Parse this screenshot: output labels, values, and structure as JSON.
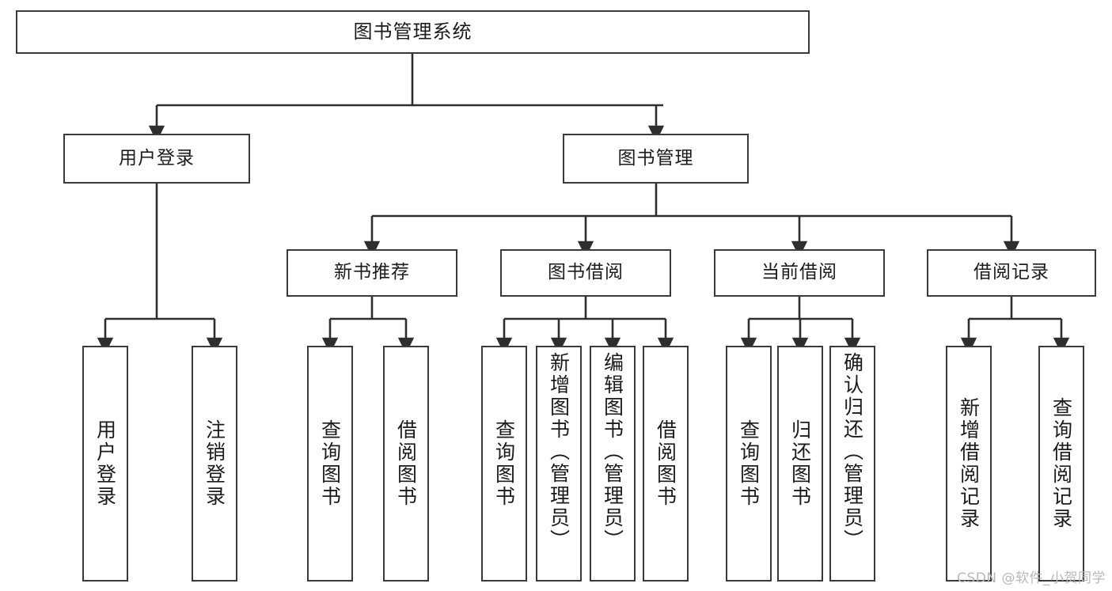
{
  "diagram": {
    "title": "图书管理系统",
    "type": "functional-decomposition-tree",
    "root": {
      "id": "root",
      "label": "图书管理系统"
    },
    "level2": [
      {
        "id": "user-login",
        "label": "用户登录"
      },
      {
        "id": "book-manage",
        "label": "图书管理"
      }
    ],
    "level3": [
      {
        "id": "new-book",
        "label": "新书推荐"
      },
      {
        "id": "borrow",
        "label": "图书借阅"
      },
      {
        "id": "current",
        "label": "当前借阅"
      },
      {
        "id": "record",
        "label": "借阅记录"
      }
    ],
    "leaves": [
      {
        "id": "leaf-user-login",
        "label": "用户登录",
        "parent": "user-login"
      },
      {
        "id": "leaf-user-logout",
        "label": "注销登录",
        "parent": "user-login"
      },
      {
        "id": "leaf-nb-query",
        "label": "查询图书",
        "parent": "new-book"
      },
      {
        "id": "leaf-nb-borrow",
        "label": "借阅图书",
        "parent": "new-book"
      },
      {
        "id": "leaf-bo-query",
        "label": "查询图书",
        "parent": "borrow"
      },
      {
        "id": "leaf-bo-add",
        "label": "新增图书（管理员）",
        "parent": "borrow"
      },
      {
        "id": "leaf-bo-edit",
        "label": "编辑图书（管理员）",
        "parent": "borrow"
      },
      {
        "id": "leaf-bo-borrow",
        "label": "借阅图书",
        "parent": "borrow"
      },
      {
        "id": "leaf-cu-query",
        "label": "查询图书",
        "parent": "current"
      },
      {
        "id": "leaf-cu-return",
        "label": "归还图书",
        "parent": "current"
      },
      {
        "id": "leaf-cu-confirm",
        "label": "确认归还（管理员）",
        "parent": "current"
      },
      {
        "id": "leaf-re-add",
        "label": "新增借阅记录",
        "parent": "record"
      },
      {
        "id": "leaf-re-query",
        "label": "查询借阅记录",
        "parent": "record"
      }
    ]
  },
  "watermark": {
    "text": "CSDN @软件_小贺同学"
  },
  "colors": {
    "box_border": "#3a3a3a",
    "box_fill": "#ffffff",
    "text": "#1b1b1b",
    "connector": "#2e2e2e",
    "watermark": "#b9b9b9",
    "background": "#ffffff"
  }
}
